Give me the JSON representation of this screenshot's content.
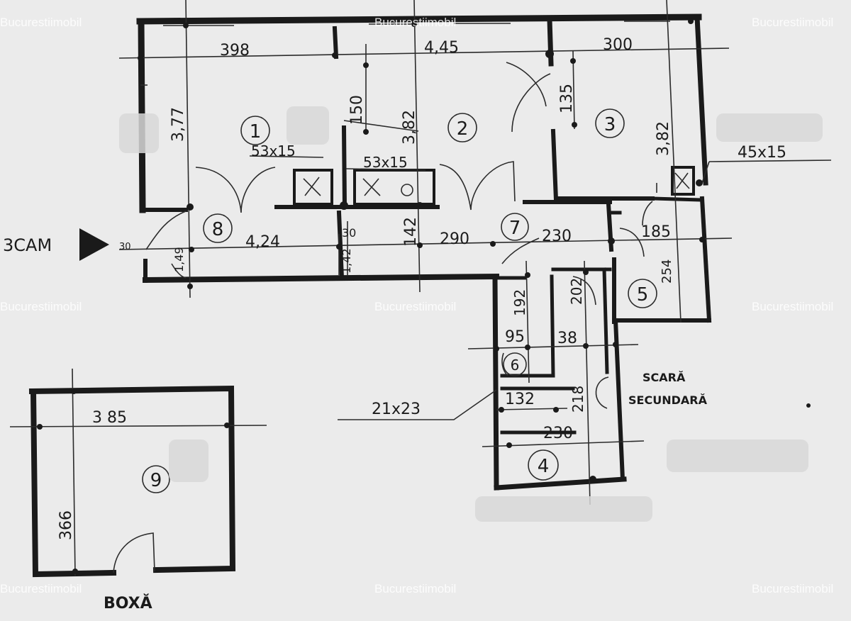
{
  "watermark": "Bucurestiimobil",
  "entrance": {
    "label": "3CAM",
    "small": "30"
  },
  "rooms": [
    "1",
    "2",
    "3",
    "4",
    "5",
    "6",
    "7",
    "8",
    "9"
  ],
  "dims": {
    "top_398": "398",
    "top_445": "4,45",
    "top_300": "300",
    "v_377": "3,77",
    "v_150": "150",
    "v_382": "3,82",
    "v_135": "135",
    "v_382b": "3,82",
    "duct_a": "53x15",
    "duct_b": "53x15",
    "duct_c": "45x15",
    "h_424": "4,24",
    "h_30": "30",
    "h_142": "142",
    "h_290": "290",
    "h_230": "230",
    "h_185": "185",
    "v_254": "254",
    "v_149": "1,49",
    "v_142b": "1,42",
    "v_192": "192",
    "v_202": "202",
    "h_95": "95",
    "h_38": "38",
    "h_132": "132",
    "v_218": "218",
    "h_230b": "230",
    "duct_d": "21x23",
    "box_385": "3 85",
    "box_366": "366"
  },
  "labels": {
    "stair": "SCARĂ",
    "stair2": "SECUNDARĂ",
    "box": "BOXĂ"
  }
}
